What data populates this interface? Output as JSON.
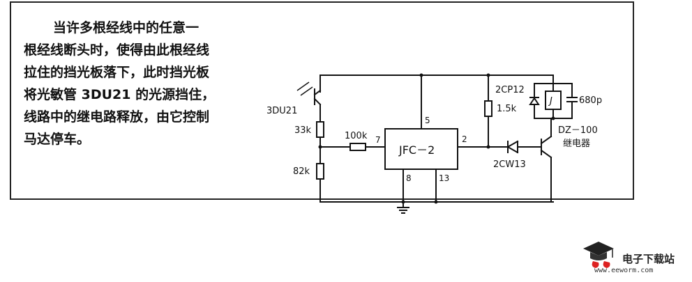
{
  "description_lines": [
    "当许多根经线中的任意一",
    "根经线断头时，使得由此根经线",
    "拉住的挡光板落下，此时挡光板",
    "将光敏管 3DU21 的光源挡住，",
    "线路中的继电路释放，由它控制",
    "马达停车。"
  ],
  "components": {
    "phototransistor": "3DU21",
    "r_top": "33k",
    "r_bottom": "82k",
    "r_input": "100k",
    "ic": "JFC－2",
    "r_collector": "1.5k",
    "diode": "2CP12",
    "capacitor": "680p",
    "relay_coil": "J",
    "zener": "2CW13",
    "relay": "DZ－100",
    "relay_label": "继电器"
  },
  "pins": {
    "p5": "5",
    "p7": "7",
    "p2": "2",
    "p8": "8",
    "p13": "13"
  },
  "watermark": {
    "brand": "电子下载站",
    "url": "www.eeworm.com"
  }
}
